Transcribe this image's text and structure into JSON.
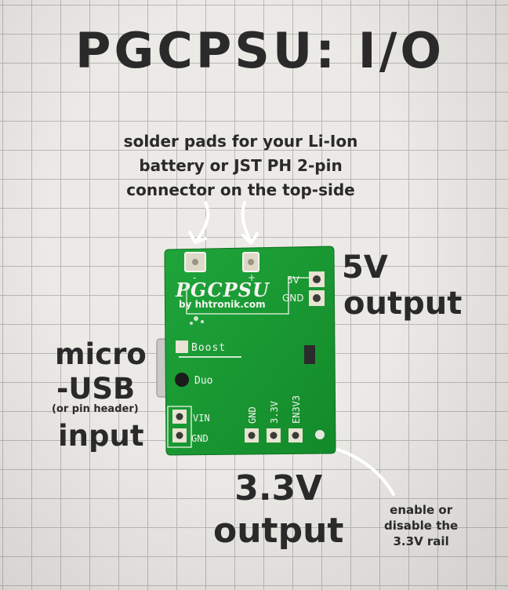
{
  "title": "PGCPSU: I/O",
  "notes": {
    "solder_line1": "solder pads for your Li-Ion",
    "solder_line2": "battery or JST PH 2-pin",
    "solder_line3": "connector on the top-side",
    "output5v_line1": "5V",
    "output5v_line2": "output",
    "micro_line1": "micro",
    "micro_line2": "-USB",
    "micro_sub": "(or pin header)",
    "input": "input",
    "output33_line1": "3.3V",
    "output33_line2": "output",
    "enable_line1": "enable or",
    "enable_line2": "disable the",
    "enable_line3": "3.3V rail"
  },
  "board": {
    "brand": "PGCPSU",
    "maker": "by hhtronik.com",
    "silk_5v": "5V",
    "silk_gnd_top": "GND",
    "silk_boost": "Boost",
    "silk_duo": "Duo",
    "silk_vin": "VIN",
    "silk_gnd_left": "GND",
    "silk_gnd_bottom": "GND",
    "silk_33": "3.3V",
    "silk_en": "EN3V3",
    "silk_minus": "-",
    "silk_plus": "+"
  },
  "colors": {
    "pcb": "#17952f",
    "silk": "#f3f3f0",
    "ink": "#2a2a2a",
    "pad": "#d8d2c0"
  }
}
